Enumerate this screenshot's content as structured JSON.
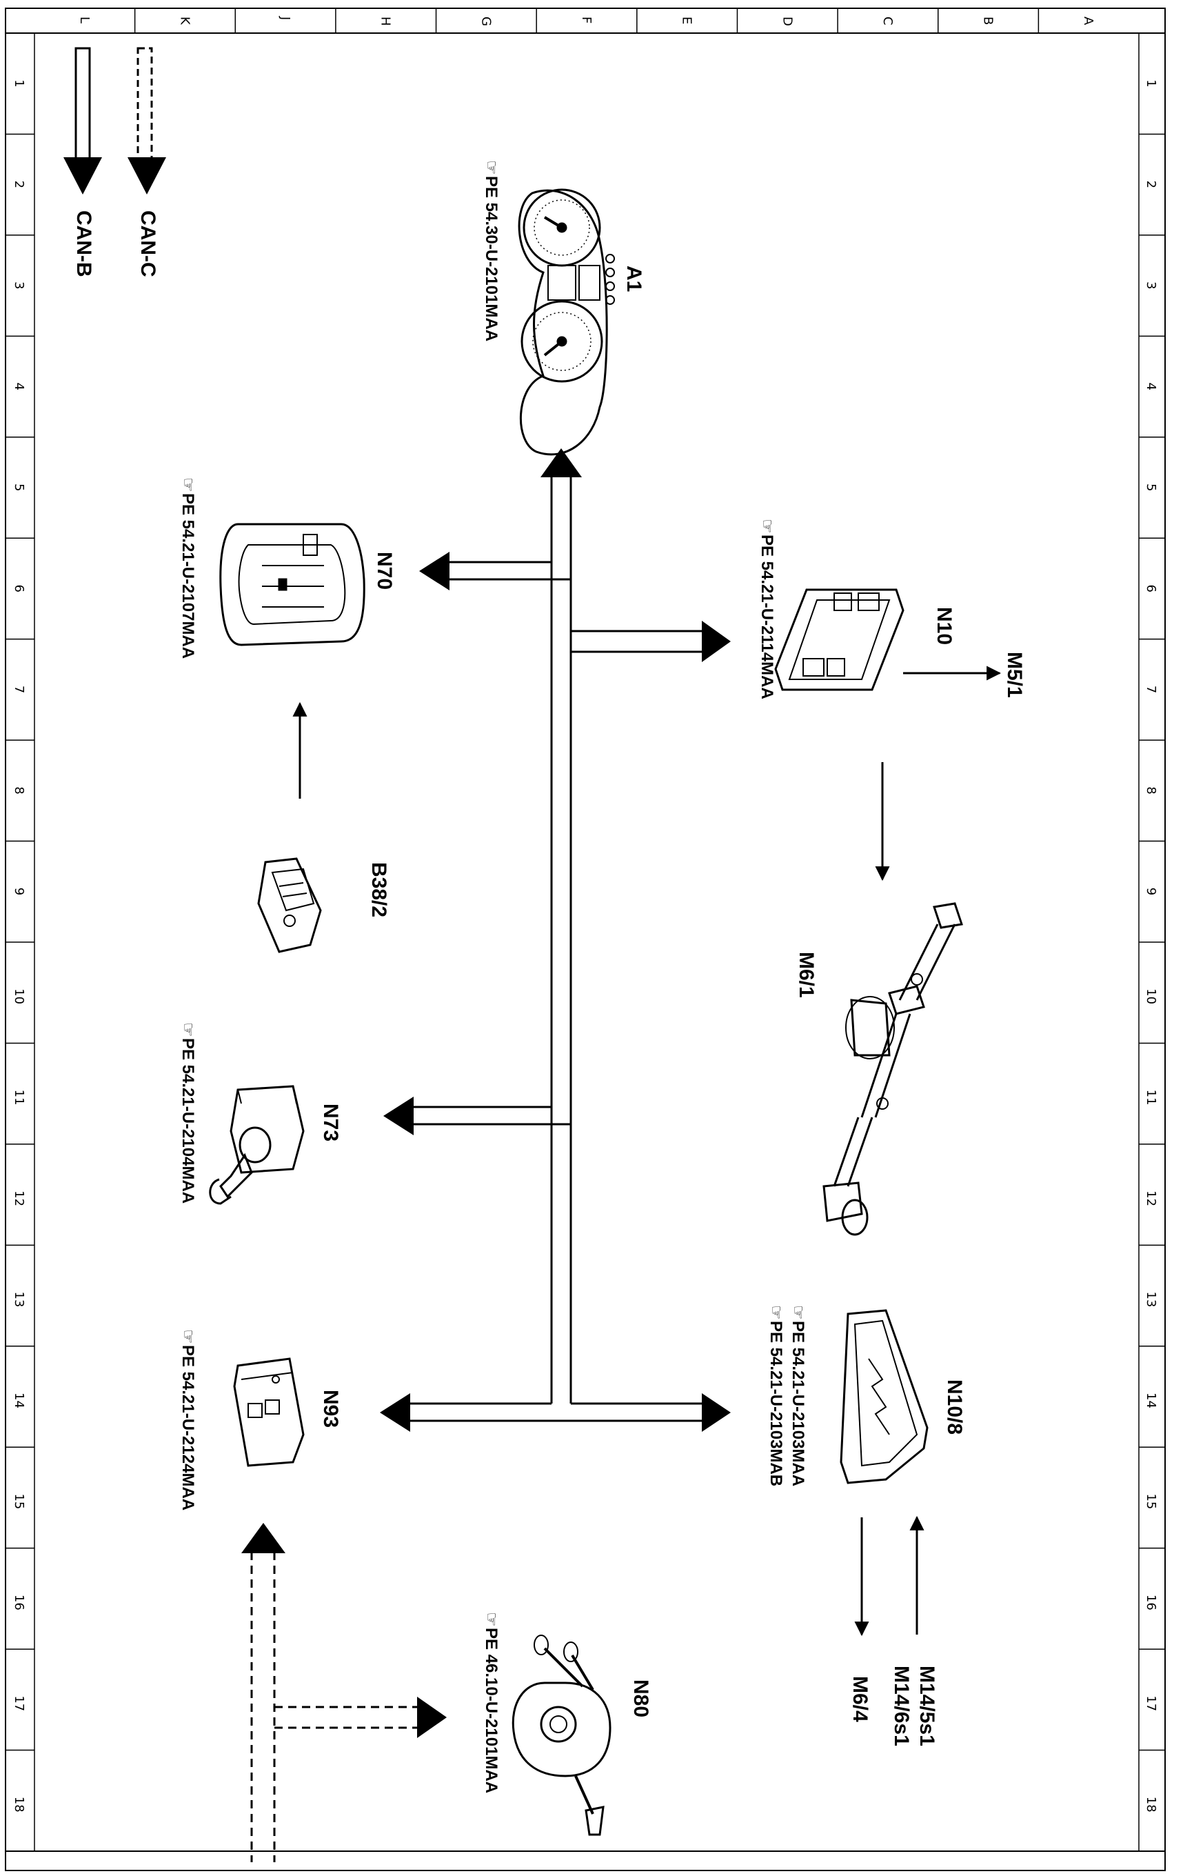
{
  "grid": {
    "columns": [
      "L",
      "K",
      "J",
      "H",
      "G",
      "F",
      "E",
      "D",
      "C",
      "B",
      "A"
    ],
    "rows": [
      "1",
      "2",
      "3",
      "4",
      "5",
      "6",
      "7",
      "8",
      "9",
      "10",
      "11",
      "12",
      "13",
      "14",
      "15",
      "16",
      "17",
      "18"
    ]
  },
  "legend": {
    "can_b": "CAN-B",
    "can_c": "CAN-C"
  },
  "components": {
    "a1": {
      "label": "A1",
      "ref": "PE 54.30-U-2101MAA"
    },
    "n70": {
      "label": "N70",
      "ref": "PE 54.21-U-2107MAA"
    },
    "n10": {
      "label": "N10",
      "ref": "PE 54.21-U-2114MAA"
    },
    "b38_2": {
      "label": "B38/2"
    },
    "m6_1": {
      "label": "M6/1"
    },
    "n73": {
      "label": "N73",
      "ref": "PE 54.21-U-2104MAA"
    },
    "n93": {
      "label": "N93",
      "ref": "PE 54.21-U-2124MAA"
    },
    "n10_8": {
      "label": "N10/8",
      "ref1": "PE 54.21-U-2103MAA",
      "ref2": "PE 54.21-U-2103MAB"
    },
    "n80": {
      "label": "N80",
      "ref": "PE 46.10-U-2101MAA"
    }
  },
  "outputs": {
    "m5_1": "M5/1",
    "m14_5s1": "M14/5s1",
    "m14_6s1": "M14/6s1",
    "m6_4": "M6/4"
  },
  "colors": {
    "ink": "#000000",
    "paper": "#ffffff"
  }
}
